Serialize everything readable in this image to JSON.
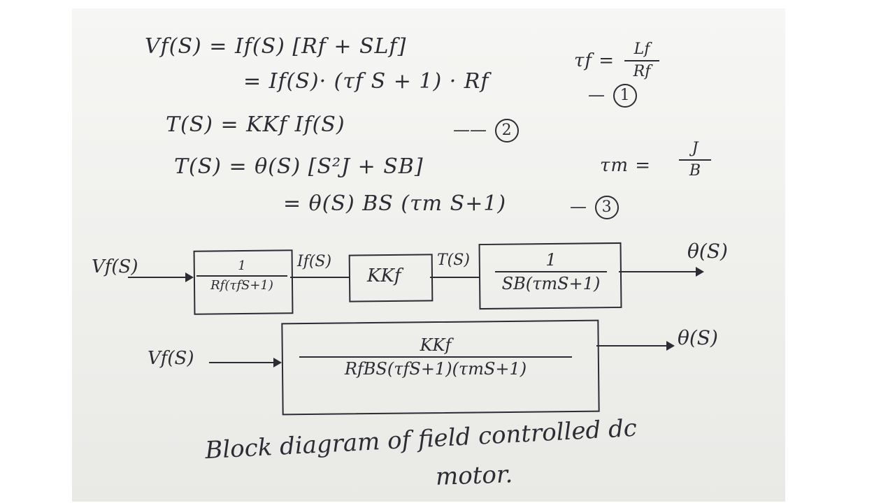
{
  "equations": {
    "eq1_line1": "Vf(S) = If(S) [Rf + SLf]",
    "eq1_line2": "= If(S)· (τf S + 1) · Rf",
    "tau_f_label": "τf =",
    "tau_f_num": "Lf",
    "tau_f_den": "Rf",
    "eq1_ref": "1",
    "eq2": "T(S) = KKf If(S)",
    "eq2_ref": "2",
    "eq3_line1": "T(S) = θ(S) [S²J + SB]",
    "tau_m_label": "τm =",
    "tau_m_num": "J",
    "tau_m_den": "B",
    "eq3_line2": "= θ(S) BS (τm S+1)",
    "eq3_ref": "3"
  },
  "block_diagram_1": {
    "input": "Vf(S)",
    "block1_num": "1",
    "block1_den": "Rf(τfS+1)",
    "signal1": "If(S)",
    "block2": "KKf",
    "signal2": "T(S)",
    "block3_num": "1",
    "block3_den": "SB(τmS+1)",
    "output": "θ(S)"
  },
  "block_diagram_2": {
    "input": "Vf(S)",
    "block_num": "KKf",
    "block_den": "RfBS(τfS+1)(τmS+1)",
    "output": "θ(S)"
  },
  "caption": {
    "line1": "Block diagram of field controlled dc",
    "line2": "motor."
  }
}
